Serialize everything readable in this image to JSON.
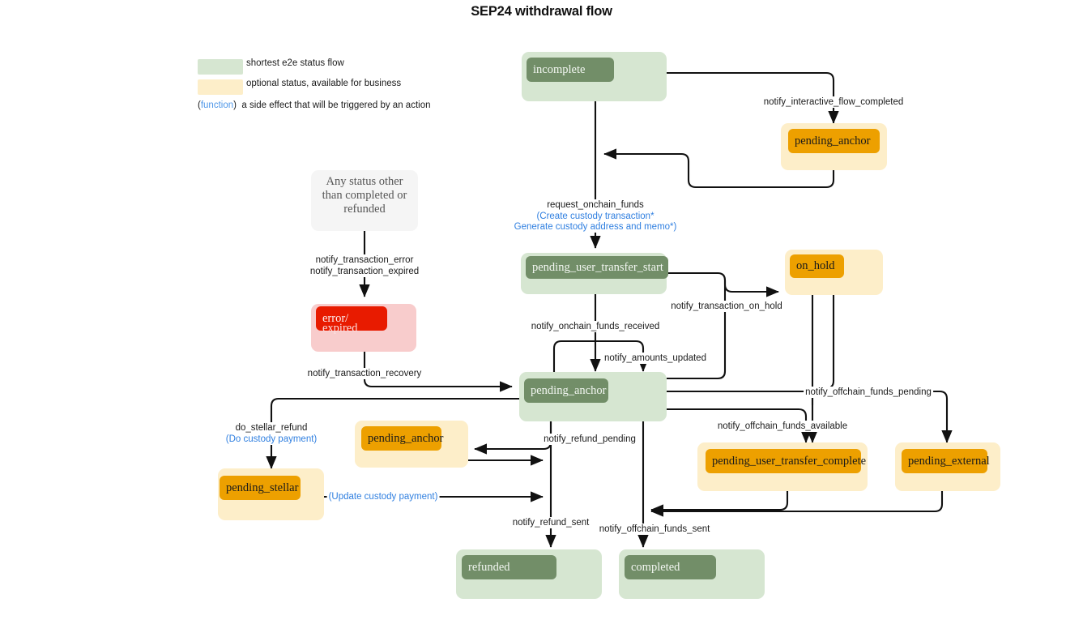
{
  "title": "SEP24 withdrawal flow",
  "legend": {
    "items": [
      {
        "swatch": "#d6e6d1",
        "label": "shortest e2e status flow"
      },
      {
        "swatch": "#fdeec9",
        "label": "optional status, available for business"
      }
    ],
    "function_note": {
      "open_paren": "(",
      "word": "function",
      "close_paren": ")",
      "text": "a side effect that will be triggered by an action"
    }
  },
  "colors": {
    "outer_green": "#d6e6d1",
    "outer_amber": "#fdeec9",
    "outer_pink": "#f8cccc",
    "outer_grey": "#f5f5f5",
    "pill_green": "#728e68",
    "pill_amber": "#eda000",
    "pill_red": "#e81b00",
    "function_blue": "#2f7fe0",
    "edge": "#111111"
  },
  "nodes": [
    {
      "id": "incomplete",
      "label": "incomplete",
      "kind": "green"
    },
    {
      "id": "pending_anchor_top",
      "label": "pending_anchor",
      "kind": "amber"
    },
    {
      "id": "any_status_other",
      "label": "Any status other than completed or refunded",
      "kind": "grey"
    },
    {
      "id": "error_expired",
      "label": "error/",
      "label2": "expired",
      "kind": "red"
    },
    {
      "id": "pending_user_transfer_start",
      "label": "pending_user_transfer_start",
      "kind": "green"
    },
    {
      "id": "on_hold",
      "label": "on_hold",
      "kind": "amber"
    },
    {
      "id": "pending_anchor_main",
      "label": "pending_anchor",
      "kind": "green"
    },
    {
      "id": "pending_anchor_refund",
      "label": "pending_anchor",
      "kind": "amber"
    },
    {
      "id": "pending_stellar",
      "label": "pending_stellar",
      "kind": "amber"
    },
    {
      "id": "pending_user_transfer_complete",
      "label": "pending_user_transfer_complete",
      "kind": "amber"
    },
    {
      "id": "pending_external",
      "label": "pending_external",
      "kind": "amber"
    },
    {
      "id": "refunded",
      "label": "refunded",
      "kind": "green"
    },
    {
      "id": "completed",
      "label": "completed",
      "kind": "green"
    }
  ],
  "edge_labels": {
    "notify_interactive_flow_completed": "notify_interactive_flow_completed",
    "request_onchain_funds": "request_onchain_funds",
    "create_custody_transaction": "(Create custody transaction*",
    "generate_custody_address": "Generate custody address and memo*)",
    "notify_transaction_error": "notify_transaction_error",
    "notify_transaction_expired": "notify_transaction_expired",
    "notify_transaction_recovery": "notify_transaction_recovery",
    "notify_onchain_funds_received": "notify_onchain_funds_received",
    "notify_amounts_updated": "notify_amounts_updated",
    "notify_transaction_on_hold": "notify_transaction_on_hold",
    "notify_offchain_funds_pending": "notify_offchain_funds_pending",
    "notify_offchain_funds_available": "notify_offchain_funds_available",
    "notify_refund_pending": "notify_refund_pending",
    "notify_refund_sent": "notify_refund_sent",
    "notify_offchain_funds_sent": "notify_offchain_funds_sent",
    "do_stellar_refund": "do_stellar_refund",
    "do_custody_payment": "(Do custody payment)",
    "update_custody_payment": "(Update custody payment)"
  }
}
